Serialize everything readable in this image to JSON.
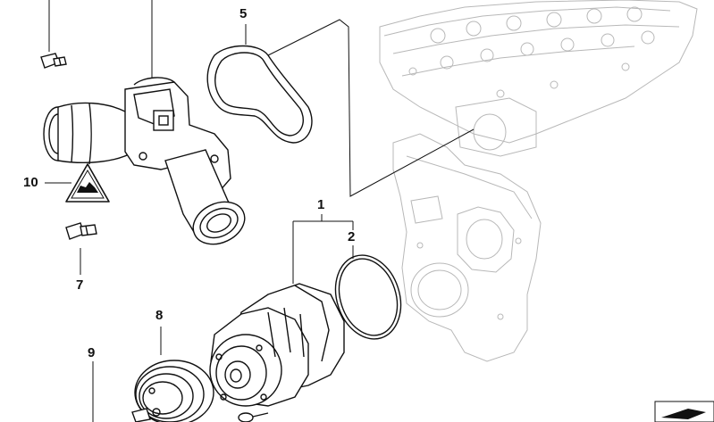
{
  "callouts": {
    "c1": "1",
    "c2": "2",
    "c5": "5",
    "c7": "7",
    "c8": "8",
    "c9": "9",
    "c10": "10"
  },
  "colors": {
    "line": "#111111",
    "ghost_engine": "#b8b8b8",
    "background": "#ffffff"
  },
  "icons": {
    "warning": "hot-surface-warning-icon",
    "corner": "page-corner-icon"
  }
}
